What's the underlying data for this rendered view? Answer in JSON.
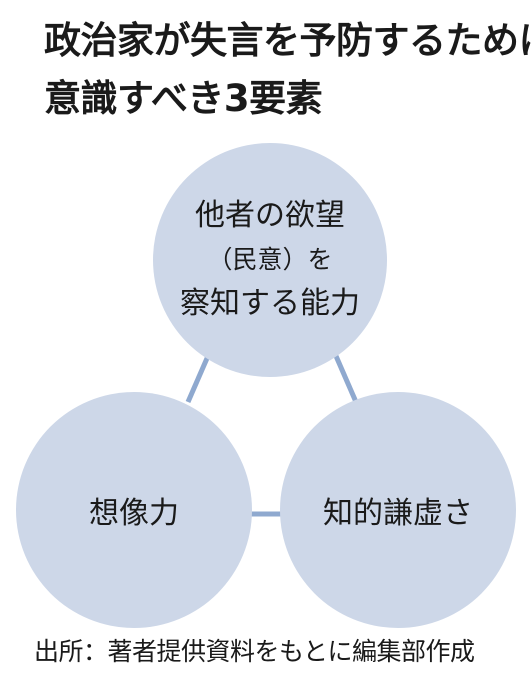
{
  "title": {
    "line1": "政治家が失言を予防するために",
    "line2": "意識すべき3要素"
  },
  "nodes": {
    "top": {
      "line1": "他者の欲望",
      "line2": "（民意）を",
      "line3": "察知する能力"
    },
    "left": {
      "label": "想像力"
    },
    "right": {
      "label": "知的謙虚さ"
    }
  },
  "colors": {
    "circle_fill": "#cdd7e8",
    "connector": "#8fa9cf"
  },
  "source": "出所：著者提供資料をもとに編集部作成"
}
